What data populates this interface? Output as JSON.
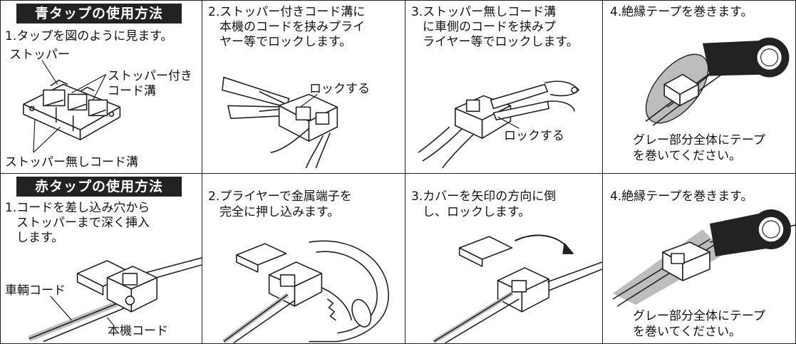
{
  "blue": {
    "title": "青タップの使用方法",
    "step1": [
      "1.タップを図のように見ます。"
    ],
    "label_stopper": "ストッパー",
    "label_groove_with_1": "ストッパー付き",
    "label_groove_with_2": "コード溝",
    "label_groove_without": "ストッパー無しコード溝",
    "step2": [
      "2.ストッパー付きコード溝に",
      "本機のコードを挟みプライ",
      "ヤー等でロックします。"
    ],
    "label_lock_a": "ロックする",
    "step3": [
      "3.ストッパー無しコード溝",
      "に車側のコードを挟みプ",
      "ライヤー等でロックします。"
    ],
    "label_lock_b": "ロックする",
    "step4": [
      "4.絶縁テープを巻きます。"
    ],
    "note": [
      "グレー部分全体にテープ",
      "を巻いてください。"
    ]
  },
  "red": {
    "title": "赤タップの使用方法",
    "step1": [
      "1.コードを差し込み穴から",
      "ストッパーまで深く挿入",
      "します。"
    ],
    "label_vehicle_cord": "車輌コード",
    "label_unit_cord": "本機コード",
    "step2": [
      "2.プライヤーで金属端子を",
      "完全に押し込みます。"
    ],
    "step3": [
      "3.カバーを矢印の方向に倒",
      "し、ロックします。"
    ],
    "step4": [
      "4.絶縁テープを巻きます。"
    ],
    "note": [
      "グレー部分全体にテープ",
      "を巻いてください。"
    ]
  },
  "colors": {
    "badge": "#222222",
    "gray_area": "#bdbdbd",
    "line": "#222222"
  }
}
